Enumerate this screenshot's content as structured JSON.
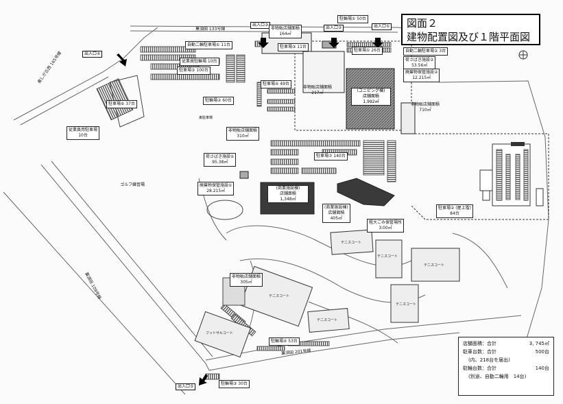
{
  "title": {
    "line1": "図面２",
    "line2": "建物配置図及び１階平面図"
  },
  "gates": {
    "g1": "出入口①",
    "g2": "出入口②",
    "g3": "出入口③",
    "g4": "出入口④",
    "g5": "出入口⑤"
  },
  "roads": {
    "north": "菓須田 133号線",
    "west_north": "美しが丘西 165号線",
    "west": "菓須田 109号線",
    "south": "菓須田 201号線"
  },
  "parking": {
    "bike1": "駐輪場① 50台",
    "moto1": "自動二輪駐車場① 11台",
    "staff_bike": "従業員駐輪場 10台",
    "p5": "駐車場⑤ 100台",
    "p6": "駐車場⑥ 37台",
    "staff_p": "従業員用駐車場\n10台",
    "bike2": "駐輪場② 60台",
    "p3": "駐車場③ 11台",
    "p1": "駐車場① 26台",
    "p4": "駐車場④ 49台",
    "moto2": "自動二輪駐車場② 3台",
    "p7": "駐車場⑦ 140台",
    "p2": "駐車場② (屋上階)\n84台",
    "bike4": "駐輪場④ 53台",
    "bike3": "駐輪場③ 30台"
  },
  "facilities": {
    "nonsales1": "非物販店舗面積\n164㎡",
    "unloading2": "荷さばき施設②\n53.56㎡",
    "waste2": "廃棄物保管施設②\n12.215㎡",
    "nonsales2": "非物販店舗面積\n217㎡",
    "main_store": "(ユニピング棟)\n店舗面積\n1,992㎡",
    "nonsales3": "非物販店舗面積\n710㎡",
    "nonsales4": "非物販店舗面積\n310㎡",
    "unloading1": "荷さばき施設①\n95.38㎡",
    "waste1": "廃棄物保管施設①\n28.215㎡",
    "commercial1": "(商業施設棟)\n店舗面積\n1,348㎡",
    "commercial2": "(商業施設棟)\n店舗面積\n405㎡",
    "bulky": "粗大ごみ保管場所\n3.00㎡",
    "nonsales5": "非物販店舗面積\n305㎡",
    "golf": "ゴルフ練習場",
    "east_parking": "東駐車場",
    "tennis": "テニスコート",
    "futsal": "フットサルコート"
  },
  "summary": {
    "area_label": "店舗面積：合計",
    "area_value": "3, 745㎡",
    "cars_label": "駐車台数：合計",
    "cars_value": "500台",
    "cars_note": "(内、218台を届出)",
    "bikes_label": "駐輪台数：合計",
    "bikes_value": "140台",
    "bikes_note": "(別途、自動二輪用　14台)"
  },
  "colors": {
    "building_dark": "#3a3a3a",
    "parking_stripe": "#555555",
    "line": "#555555"
  }
}
